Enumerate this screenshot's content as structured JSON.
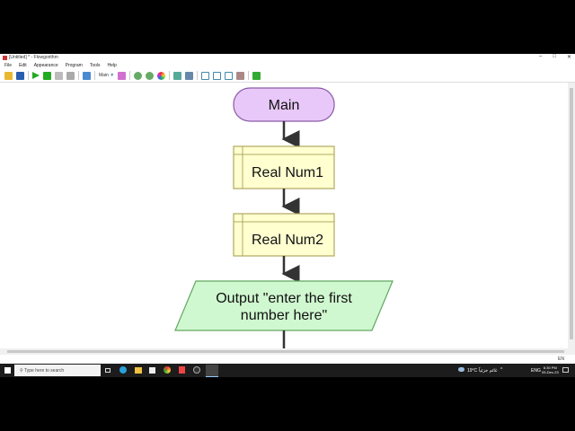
{
  "window": {
    "title": "[Untitled] * - Flowgorithm",
    "minimize": "–",
    "maximize": "□",
    "close": "✕"
  },
  "menu": [
    "File",
    "Edit",
    "Appearance",
    "Program",
    "Tools",
    "Help"
  ],
  "toolbar": {
    "function_select": "Main",
    "icons": [
      "open-icon",
      "save-icon",
      "run-icon",
      "step-icon",
      "pause-icon",
      "stop-icon",
      "speed-icon",
      "function-select",
      "manage-functions-icon",
      "zoom-in-icon",
      "zoom-out-icon",
      "theme-icon",
      "navigate-icon",
      "variable-watch-icon",
      "console-icon",
      "source-code-icon",
      "chart-icon",
      "drawing-icon",
      "exit-icon"
    ]
  },
  "flowchart": {
    "start": "Main",
    "declare1": "Real Num1",
    "declare2": "Real Num2",
    "output_line1": "Output \"enter the first",
    "output_line2": "number here\"",
    "colors": {
      "terminal": "#e8c8f8",
      "declare": "#ffffd0",
      "output": "#d0f8d0"
    }
  },
  "statusbar": {
    "language": "EN"
  },
  "taskbar": {
    "search_placeholder": "Type here to search",
    "weather": "19°C",
    "weather_desc": "غائم جزئياً",
    "lang": "ENG",
    "time": "6:30 PM",
    "date": "05-Dec-23"
  }
}
